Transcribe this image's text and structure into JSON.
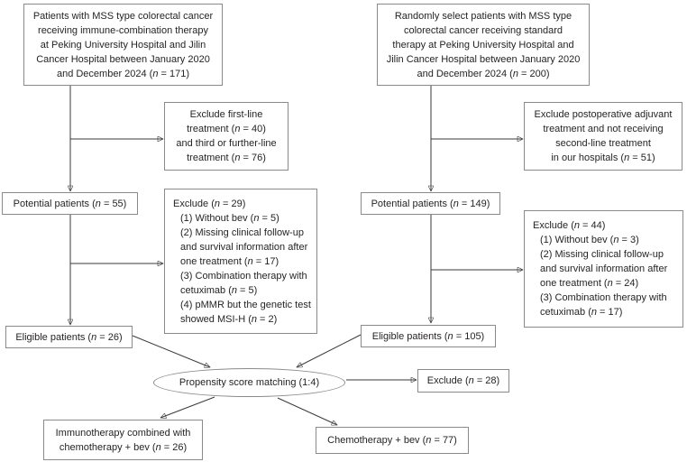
{
  "colors": {
    "line": "#3a3a3a",
    "border": "#8a8a8a",
    "text": "#262323",
    "background": "#ffffff"
  },
  "nodes": {
    "immune_cohort": {
      "lines": [
        "Patients with MSS type colorectal cancer",
        "receiving immune-combination therapy",
        "at Peking University Hospital and Jilin",
        "Cancer Hospital between January 2020",
        "and December 2024 (*n* = 171)"
      ]
    },
    "standard_cohort": {
      "lines": [
        "Randomly select patients with MSS type",
        "colorectal cancer receiving standard",
        "therapy at Peking University Hospital and",
        "Jilin Cancer Hospital between January 2020",
        "and December 2024 (*n* = 200)"
      ]
    },
    "exclude_first_line": {
      "lines": [
        "Exclude first-line",
        "treatment (*n* = 40)",
        "and third or further-line",
        "treatment (*n* = 76)"
      ]
    },
    "exclude_postoperative": {
      "lines": [
        "Exclude postoperative adjuvant",
        "treatment and not receiving",
        "second-line treatment",
        "in our hospitals (*n* = 51)"
      ]
    },
    "potential_left": {
      "text": "Potential patients (*n* = 55)"
    },
    "potential_right": {
      "text": "Potential patients (*n* = 149)"
    },
    "exclude_left_detail": {
      "lines": [
        "Exclude (*n* = 29)",
        "(1) Without bev (*n* = 5)",
        "(2) Missing clinical follow-up",
        "and survival information after",
        "one treatment (*n* = 17)",
        "(3) Combination therapy with",
        "cetuximab (*n* = 5)",
        "(4) pMMR but the genetic test",
        "showed MSI-H (*n* = 2)"
      ]
    },
    "exclude_right_detail": {
      "lines": [
        "Exclude (*n* = 44)",
        "(1) Without bev (*n* = 3)",
        "(2) Missing clinical follow-up",
        "and survival information after",
        "one treatment (*n* = 24)",
        "(3) Combination therapy with",
        "cetuximab (*n* = 17)"
      ]
    },
    "eligible_left": {
      "text": "Eligible patients (*n* = 26)"
    },
    "eligible_right": {
      "text": "Eligible patients (*n* = 105)"
    },
    "psm": {
      "text": "Propensity score matching (1:4)"
    },
    "exclude_psm": {
      "text": "Exclude (*n* = 28)"
    },
    "arm_immuno": {
      "lines": [
        "Immunotherapy combined with",
        "chemotherapy + bev (*n* = 26)"
      ]
    },
    "arm_chemo": {
      "text": "Chemotherapy + bev (*n* = 77)"
    }
  }
}
